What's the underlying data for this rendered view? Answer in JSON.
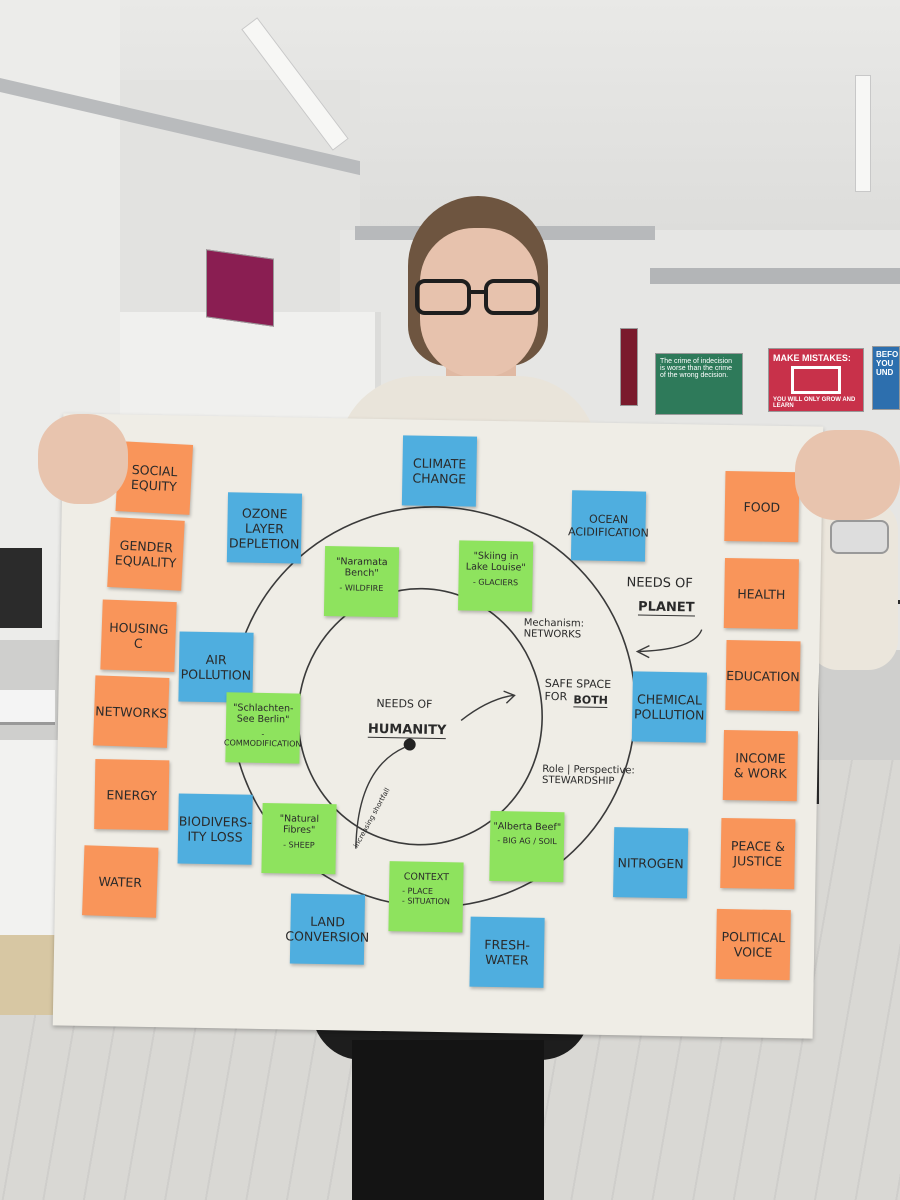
{
  "posters": {
    "green_text": "The crime of indecision is worse than the crime of the wrong decision.",
    "red_title": "MAKE MISTAKES:",
    "red_sub": "YOU WILL ONLY GROW AND LEARN",
    "blue_text": "BEFO YOU UND"
  },
  "board": {
    "center_title": "NEEDS OF",
    "center_word": "HUMANITY",
    "planet_title": "NEEDS OF",
    "planet_word": "PLANET",
    "mechanism": "Mechanism:\nNETWORKS",
    "safe_space": "SAFE SPACE\nFOR",
    "safe_space_word": "BOTH",
    "role": "Role | Perspective:\nSTEWARDSHIP",
    "spiral_label": "increasing shortfall"
  },
  "notes_left": [
    {
      "text": "SOCIAL\nEQUITY"
    },
    {
      "text": "GENDER\nEQUALITY"
    },
    {
      "text": "HOUSING\nC"
    },
    {
      "text": "NETWORKS"
    },
    {
      "text": "ENERGY"
    },
    {
      "text": "WATER"
    }
  ],
  "notes_right": [
    {
      "text": "FOOD"
    },
    {
      "text": "HEALTH"
    },
    {
      "text": "EDUCATION"
    },
    {
      "text": "INCOME\n& WORK"
    },
    {
      "text": "PEACE &\nJUSTICE"
    },
    {
      "text": "POLITICAL\nVOICE"
    }
  ],
  "notes_blue": [
    {
      "text": "CLIMATE\nCHANGE"
    },
    {
      "text": "OZONE\nLAYER\nDEPLETION"
    },
    {
      "text": "OCEAN\nACIDIFICATION"
    },
    {
      "text": "AIR\nPOLLUTION"
    },
    {
      "text": "CHEMICAL\nPOLLUTION"
    },
    {
      "text": "BIODIVERS-\nITY LOSS"
    },
    {
      "text": "NITROGEN"
    },
    {
      "text": "LAND\nCONVERSION"
    },
    {
      "text": "FRESH-\nWATER"
    }
  ],
  "notes_green": [
    {
      "text": "\"Naramata Bench\"",
      "sub": "- WILDFIRE"
    },
    {
      "text": "\"Skiing in Lake Louise\"",
      "sub": "- GLACIERS"
    },
    {
      "text": "\"Schlachten-See Berlin\"",
      "sub": "- COMMODIFICATION"
    },
    {
      "text": "\"Natural Fibres\"",
      "sub": "- SHEEP"
    },
    {
      "text": "\"Alberta Beef\"",
      "sub": "- BIG AG / SOIL"
    },
    {
      "text": "CONTEXT",
      "sub": "- PLACE\n- SITUATION"
    }
  ],
  "colors": {
    "orange": "#f9955a",
    "blue": "#4faedf",
    "green": "#8ee35e",
    "paper": "#efede6"
  }
}
